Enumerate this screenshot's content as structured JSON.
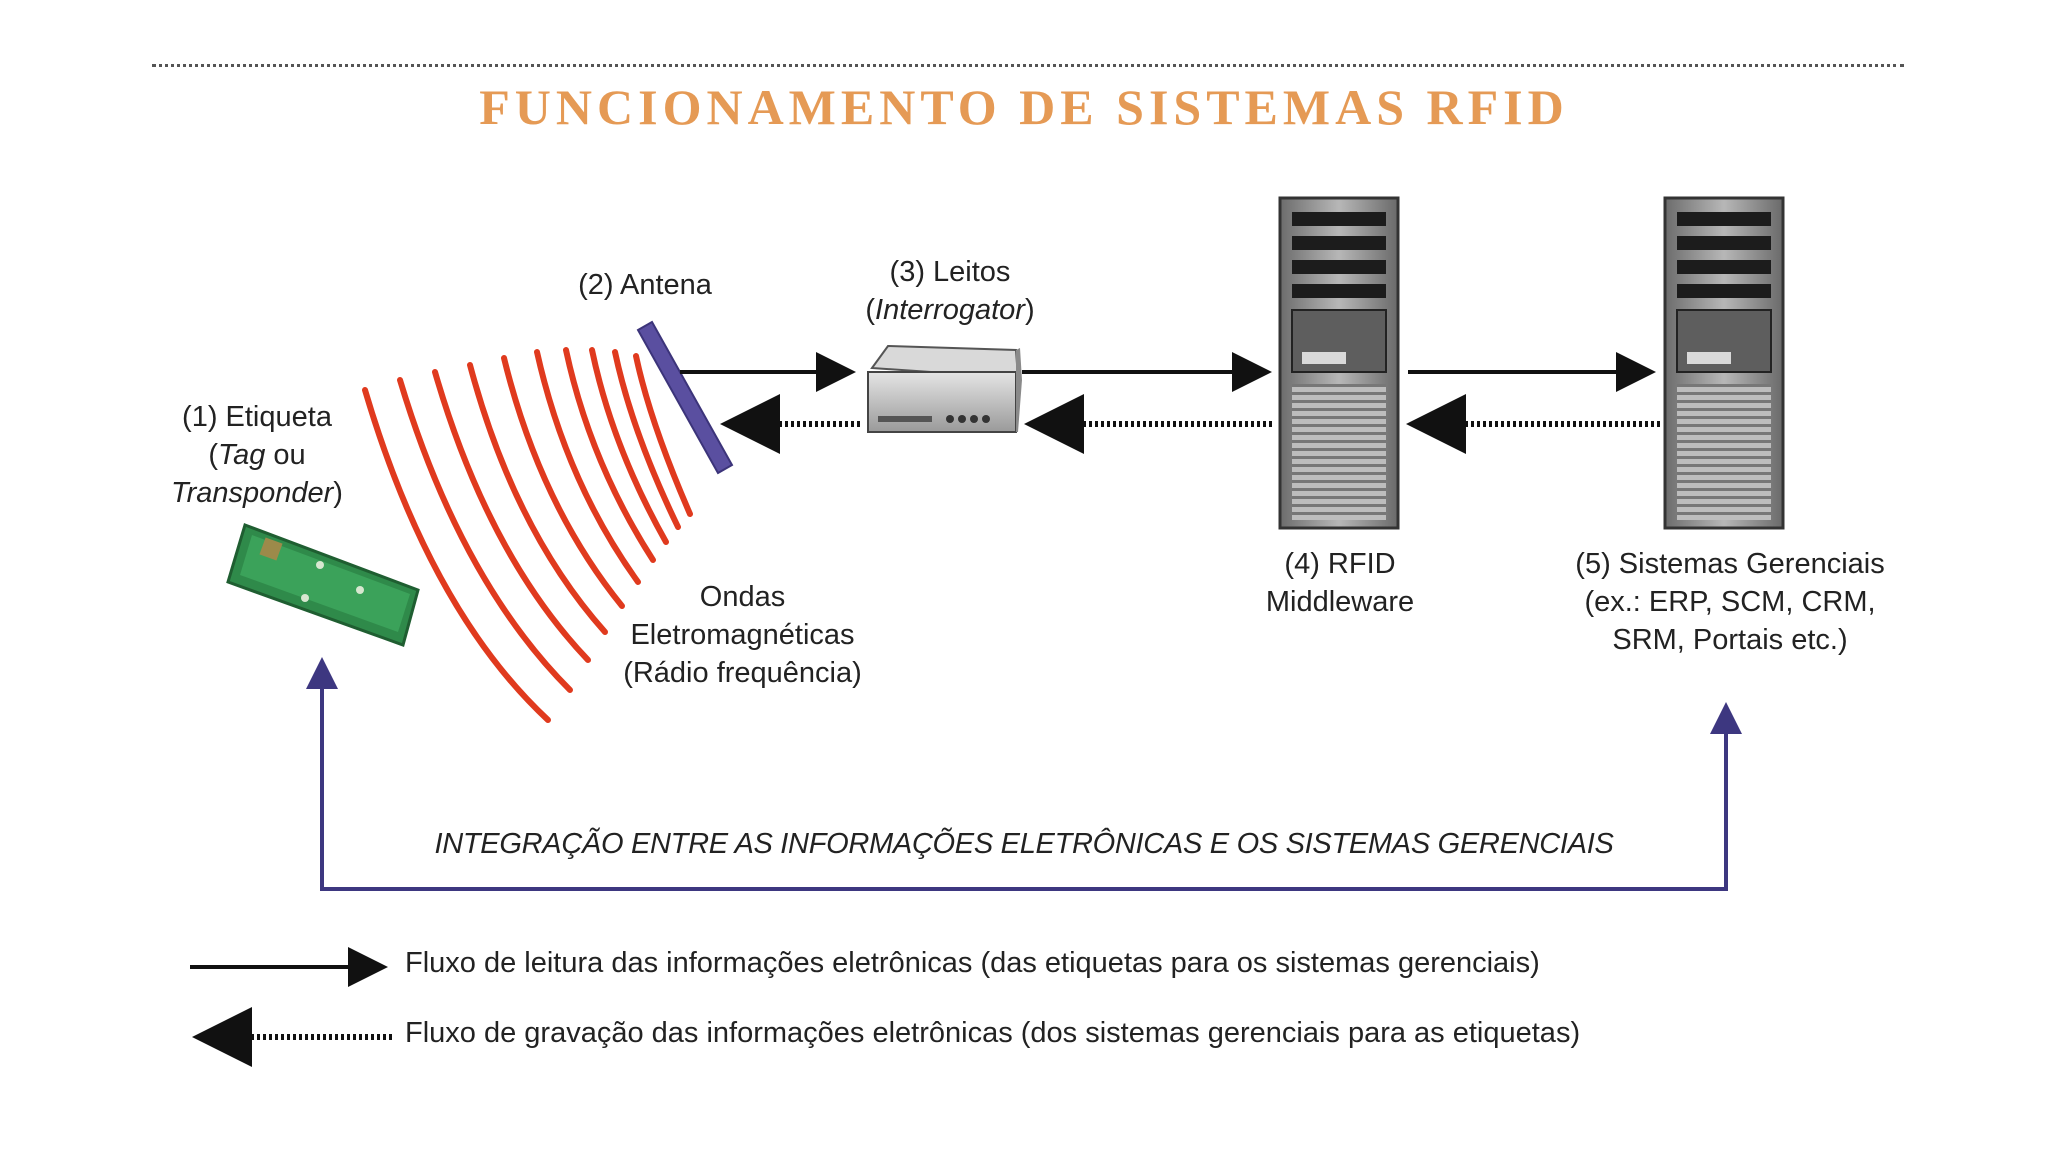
{
  "title": "FUNCIONAMENTO DE SISTEMAS RFID",
  "components": {
    "tag": {
      "line1": "(1) Etiqueta",
      "line2_italic": "Tag",
      "line2_rest": " ou",
      "line3_italic": "Transponder",
      "line3_rest": ")",
      "line2_prefix": "("
    },
    "antenna": {
      "label": "(2) Antena"
    },
    "reader": {
      "line1": "(3) Leitos",
      "line2_prefix": "(",
      "line2_italic": "Interrogator",
      "line2_suffix": ")"
    },
    "middleware": {
      "line1": "(4) RFID",
      "line2": "Middleware"
    },
    "management": {
      "line1": "(5) Sistemas Gerenciais",
      "line2": "(ex.: ERP, SCM, CRM,",
      "line3": "SRM, Portais etc.)"
    },
    "waves": {
      "line1": "Ondas",
      "line2": "Eletromagnéticas",
      "line3": "(Rádio frequência)"
    }
  },
  "integration_label": "INTEGRAÇÃO ENTRE AS INFORMAÇÕES ELETRÔNICAS E OS SISTEMAS GERENCIAIS",
  "legend": {
    "read_flow": "Fluxo de leitura das informações eletrônicas (das etiquetas para os sistemas gerenciais)",
    "write_flow": "Fluxo de gravação das informações eletrônicas (dos sistemas gerenciais para as etiquetas)"
  },
  "colors": {
    "title": "#e59a55",
    "waves": "#e03a1e",
    "antenna": "#5a4fa0",
    "integration_line": "#3d3780",
    "tag": "#2f8a4a"
  }
}
